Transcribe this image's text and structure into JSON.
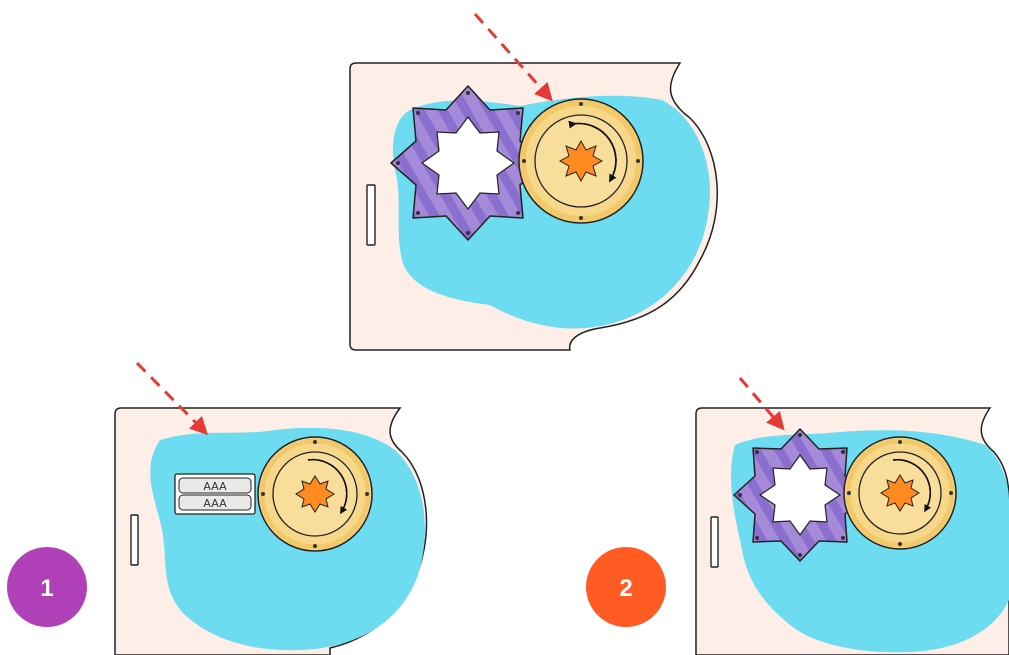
{
  "colors": {
    "panel": "#fdeee8",
    "panel_border": "#222222",
    "water": "#6ddcf0",
    "gear_purple": "#a48ad8",
    "gear_stripe": "#7a5fc0",
    "dial_yellow": "#f7d88a",
    "dial_ring": "#f2c96a",
    "sun_orange": "#ff8a1f",
    "arrow_red": "#e53935",
    "battery_fill": "#e9e9e9",
    "badge_1": "#b040b8",
    "badge_2": "#ff5b22"
  },
  "panels": [
    {
      "id": "top",
      "kind": "star-gear"
    },
    {
      "id": "option-1",
      "kind": "batteries",
      "batteries": [
        "AAA",
        "AAA"
      ],
      "badge": "1"
    },
    {
      "id": "option-2",
      "kind": "star-gear",
      "badge": "2"
    }
  ]
}
